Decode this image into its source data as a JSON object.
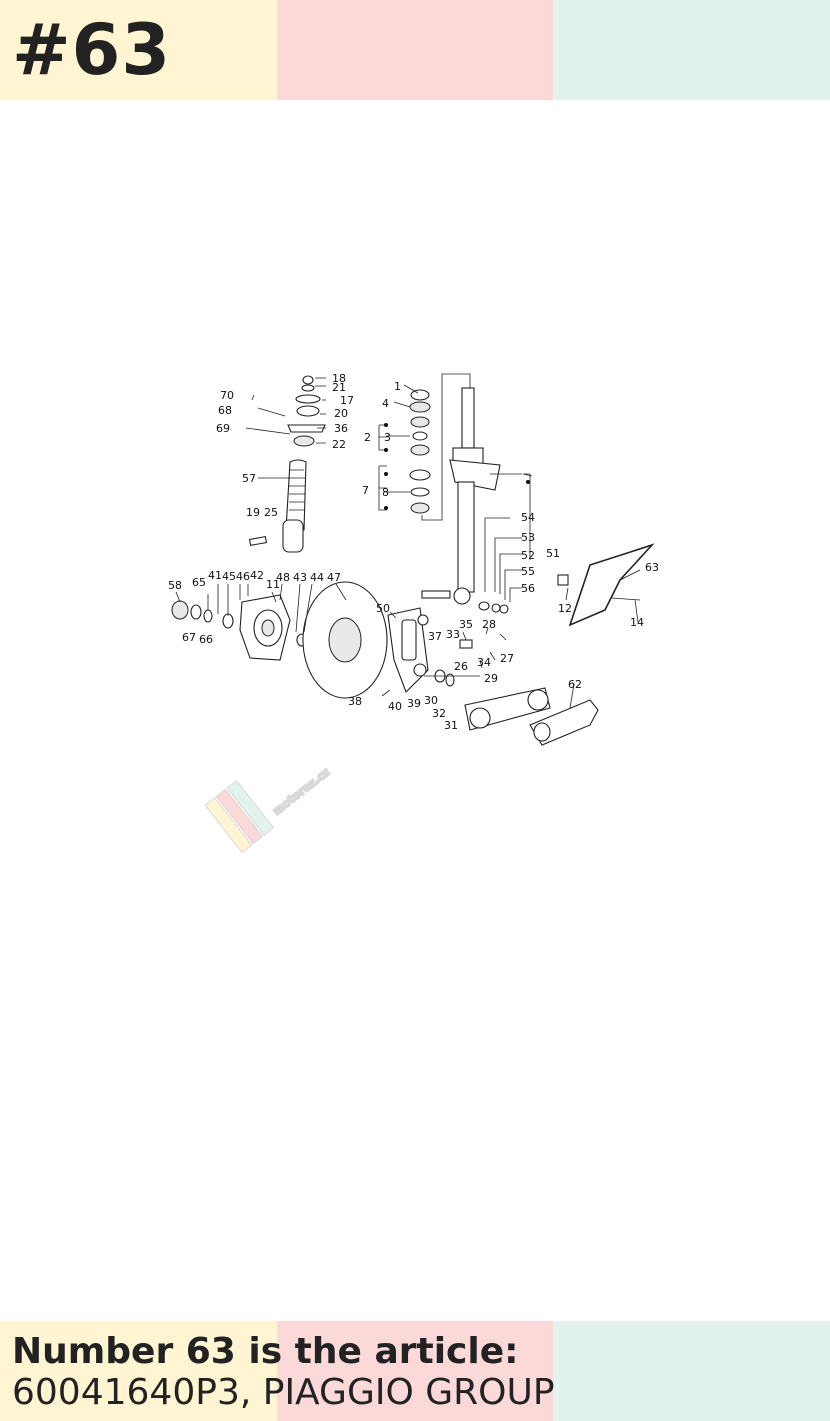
{
  "header": {
    "title": "#63"
  },
  "footer": {
    "line1": "Number 63 is the article:",
    "line2": "60041640P3, PIAGGIO GROUP"
  },
  "colors": {
    "yellow": "#fff5d3",
    "pink": "#fcd9d9",
    "mint": "#e1f3ec",
    "text": "#222222"
  },
  "watermark": {
    "text": "motoraz.cz"
  },
  "diagram": {
    "labels": [
      "1",
      "2",
      "3",
      "4",
      "7",
      "8",
      "11",
      "12",
      "14",
      "17",
      "18",
      "19",
      "20",
      "21",
      "22",
      "25",
      "26",
      "27",
      "28",
      "29",
      "30",
      "31",
      "32",
      "33",
      "34",
      "35",
      "36",
      "37",
      "38",
      "39",
      "40",
      "41",
      "42",
      "43",
      "44",
      "45",
      "46",
      "47",
      "48",
      "50",
      "51",
      "52",
      "53",
      "54",
      "55",
      "56",
      "57",
      "58",
      "62",
      "63",
      "65",
      "66",
      "67",
      "68",
      "69",
      "70"
    ]
  }
}
